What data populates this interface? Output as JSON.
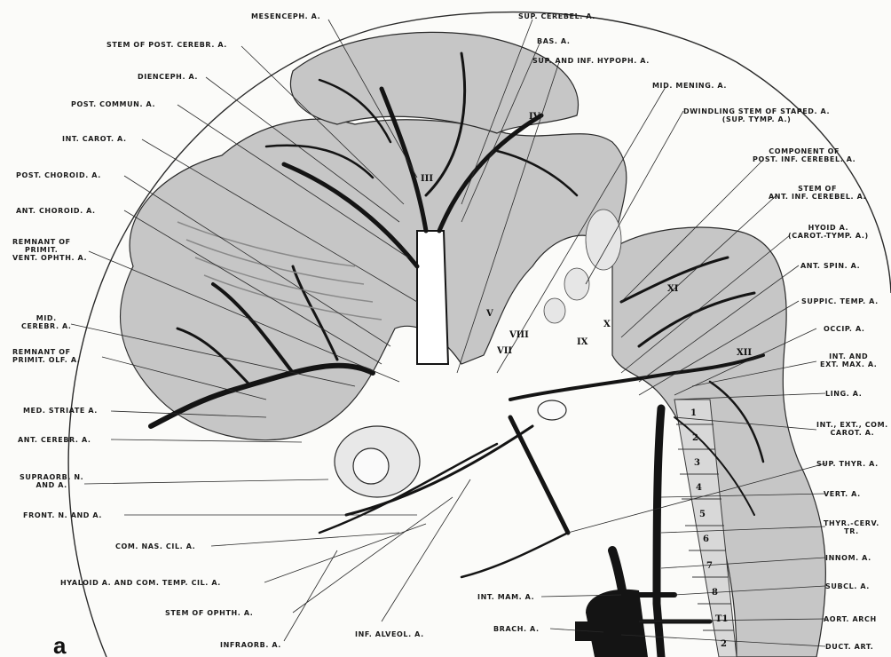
{
  "colors": {
    "tissue": "#c6c6c6",
    "vessel": "#141414",
    "line": "#2a2a2a",
    "paper": "#fbfbf9"
  },
  "figure_letter": "a",
  "labels": {
    "mesenceph": "MESENCEPH. A.",
    "sup_cerebel": "SUP. CEREBEL. A.",
    "stem_post_cerebr": "STEM OF POST. CEREBR. A.",
    "bas": "BAS. A.",
    "dienceph": "DIENCEPH. A.",
    "sup_inf_hypoph": "SUP. AND INF. HYPOPH. A.",
    "mid_mening": "MID. MENING. A.",
    "post_commun": "POST. COMMUN. A.",
    "dwindling_1": "DWINDLING STEM OF STAPED. A.",
    "dwindling_2": "(SUP. TYMP. A.)",
    "int_carot": "INT. CAROT. A.",
    "component_1": "COMPONENT OF",
    "component_2": "POST. INF. CEREBEL. A.",
    "post_choroid": "POST. CHOROID. A.",
    "stem_ant_inf_1": "STEM OF",
    "stem_ant_inf_2": "ANT. INF. CEREBEL. A.",
    "ant_choroid": "ANT. CHOROID. A.",
    "hyoid_1": "HYOID A.",
    "hyoid_2": "(CAROT.-TYMP. A.)",
    "remnant_vent_1": "REMNANT OF",
    "remnant_vent_2": "PRIMIT.",
    "remnant_vent_3": "VENT. OPHTH. A.",
    "ant_spin": "ANT. SPIN. A.",
    "suppic_temp": "SUPPIC. TEMP. A.",
    "mid_cerebr_1": "MID.",
    "mid_cerebr_2": "CEREBR. A.",
    "occip": "OCCIP. A.",
    "remnant_olf_1": "REMNANT OF",
    "remnant_olf_2": "PRIMIT. OLF. A.",
    "int_ext_max_1": "INT. AND",
    "int_ext_max_2": "EXT. MAX. A.",
    "ling": "LING. A.",
    "med_striate": "MED. STRIATE A.",
    "int_ext_com_1": "INT., EXT., COM.",
    "int_ext_com_2": "CAROT. A.",
    "ant_cerebr": "ANT. CEREBR. A.",
    "sup_thyr": "SUP. THYR. A.",
    "supraorb_1": "SUPRAORB. N.",
    "supraorb_2": "AND A.",
    "vert": "VERT. A.",
    "front_n": "FRONT. N. AND A.",
    "thyr_cerv_1": "THYR.-CERV.",
    "thyr_cerv_2": "TR.",
    "com_nas_cil": "COM. NAS. CIL. A.",
    "innom": "INNOM. A.",
    "hyaloid": "HYALOID A. AND COM. TEMP. CIL. A.",
    "int_mam": "INT. MAM. A.",
    "subcl": "SUBCL. A.",
    "stem_ophth": "STEM OF OPHTH. A.",
    "aort_arch": "AORT. ARCH",
    "inf_alveol": "INF. ALVEOL. A.",
    "brach": "BRACH. A.",
    "infraorb": "INFRAORB. A.",
    "duct_art": "DUCT. ART."
  },
  "numerals": {
    "iii": "III",
    "iv": "IV",
    "v": "V",
    "vii": "VII",
    "viii": "VIII",
    "ix": "IX",
    "x": "X",
    "xi": "XI",
    "xii": "XII",
    "s1": "1",
    "s2": "2",
    "s3": "3",
    "s4": "4",
    "s5": "5",
    "s6": "6",
    "s7": "7",
    "s8": "8",
    "t1": "T1",
    "t2": "2"
  }
}
